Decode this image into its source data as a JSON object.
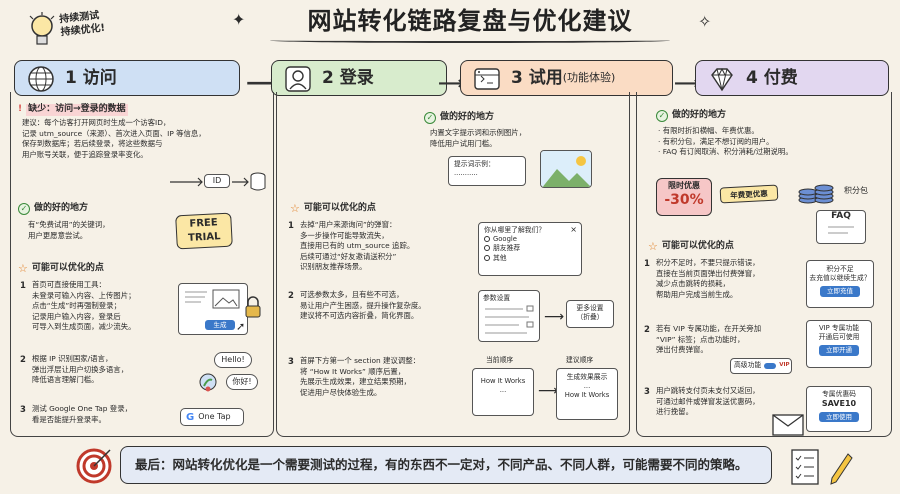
{
  "title": "网站转化链路复盘与优化建议",
  "bulb_note": [
    "持续测试",
    "持续优化!"
  ],
  "stages": [
    {
      "num": "1",
      "label": "访问",
      "sub": ""
    },
    {
      "num": "2",
      "label": "登录",
      "sub": ""
    },
    {
      "num": "3",
      "label": "试用",
      "sub": "(功能体验)"
    },
    {
      "num": "4",
      "label": "付费",
      "sub": ""
    }
  ],
  "col1": {
    "missing_title": "缺少：访问→登录的数据",
    "suggest": [
      "建议：每个访客打开网页时生成一个访客ID，",
      "记录 utm_source（来源）、首次进入页面、IP 等信息，",
      "保存到数据库；若后续登录，将这些数据与",
      "用户账号关联，便于追踪登录率变化。"
    ],
    "id_label": "ID",
    "good_title": "做的好的地方",
    "good_text": [
      "有“免费试用”的关键词，",
      "用户更愿意尝试。"
    ],
    "free_trial": [
      "FREE",
      "TRIAL"
    ],
    "opt_title": "可能可以优化的点",
    "items": [
      {
        "n": "1",
        "lines": [
          "首页可直接使用工具：",
          "未登录可输入内容、上传图片；",
          "点击“生成”时再强制登录；",
          "记录用户输入内容，登录后",
          "可导入到生成页面，减少流失。"
        ]
      },
      {
        "n": "2",
        "lines": [
          "根据 IP 识别国家/语言，",
          "弹出浮层让用户切换多语言，",
          "降低语言理解门槛。"
        ]
      },
      {
        "n": "3",
        "lines": [
          "测试 Google One Tap 登录，",
          "看是否能提升登录率。"
        ]
      }
    ],
    "generate_btn": "生成",
    "hello1": "Hello!",
    "hello2": "你好!",
    "one_tap": "One Tap"
  },
  "col2": {
    "opt_title": "可能可以优化的点",
    "items": [
      {
        "n": "1",
        "lines": [
          "去掉“用户来源询问”的弹窗：",
          "多一步操作可能导致流失，",
          "直接用已有的 utm_source 追踪。",
          "后续可通过“好友邀请送积分”",
          "识别朋友推荐场景。"
        ]
      },
      {
        "n": "2",
        "lines": [
          "可选参数太多，且有些不可选，",
          "易让用户产生困惑，提升操作复杂度。",
          "建议将不可选内容折叠，简化界面。"
        ]
      },
      {
        "n": "3",
        "lines": [
          "首屏下方第一个 section 建议调整：",
          "将 “How It Works” 顺序后置，",
          "先展示生成效果，建立结果预期，",
          "促进用户尽快体验生成。"
        ]
      }
    ],
    "popup_q": "你从哪里了解我们？",
    "popup_opts": [
      "Google",
      "朋友推荐",
      "其他"
    ],
    "params_title": "参数设置",
    "more_params": [
      "更多设置",
      "（折叠）"
    ],
    "order_now": "当前顺序",
    "order_new": "建议顺序",
    "how_it_works": "How It Works",
    "gen_show": "生成效果展示",
    "dots": "..."
  },
  "col3": {
    "good_title": "做的好的地方",
    "good_text": [
      "内置文字提示词和示例图片，",
      "降低用户试用门槛。"
    ],
    "prompt_label": "提示词示例：",
    "prompt_dots": "..........."
  },
  "col4": {
    "good_title": "做的好的地方",
    "good_items": [
      "有限时折扣横幅、年费优惠。",
      "有积分包，满足不想订阅的用户。",
      "FAQ 有订阅取消、积分消耗/过期说明。"
    ],
    "limited": "限时优惠",
    "discount": "-30%",
    "yearly": "年费更优惠",
    "points_pack": "积分包",
    "faq": "FAQ",
    "opt_title": "可能可以优化的点",
    "items": [
      {
        "n": "1",
        "lines": [
          "积分不足时，不要只提示错误，",
          "直接在当前页面弹出付费弹窗，",
          "减少点击跳转的损耗，",
          "帮助用户完成当前生成。"
        ]
      },
      {
        "n": "2",
        "lines": [
          "若有 VIP 专属功能，在开关旁加",
          "“VIP” 标签；点击功能时，",
          "弹出付费弹窗。"
        ]
      },
      {
        "n": "3",
        "lines": [
          "用户跳转支付页未支付又返回，",
          "可通过邮件或弹窗发送优惠码，",
          "进行挽留。"
        ]
      }
    ],
    "insufficient": [
      "积分不足",
      "去充值以继续生成？"
    ],
    "recharge_btn": "立即充值",
    "vip_card": [
      "VIP 专属功能",
      "开通后可使用"
    ],
    "vip_btn": "立即开通",
    "vip_tag": "VIP",
    "advanced": "高级功能",
    "coupon": [
      "专属优惠码",
      "SAVE10"
    ],
    "use_btn": "立即使用"
  },
  "footer": "最后：网站转化优化是一个需要测试的过程，有的东西不一定对，不同产品、不同人群，可能需要不同的策略。",
  "colors": {
    "blue": "#cfe0f4",
    "green": "#d8eccd",
    "orange": "#fadcc4",
    "purple": "#e2d7f0",
    "accent_orange": "#e07b1f",
    "red": "#d9534f"
  }
}
